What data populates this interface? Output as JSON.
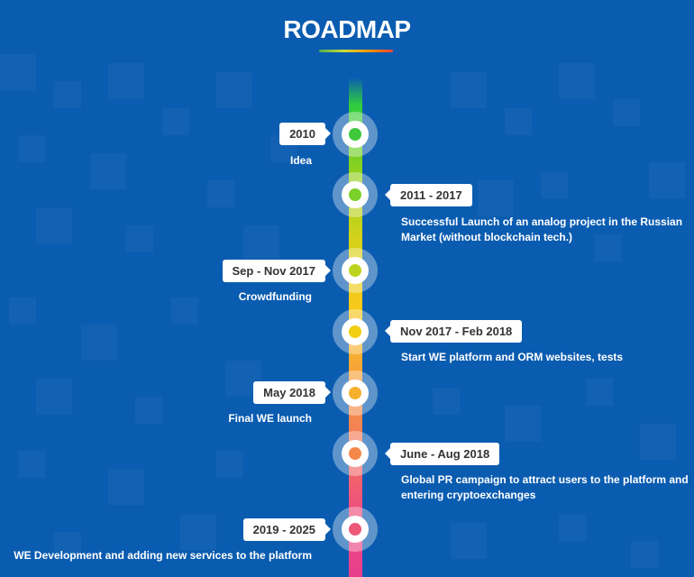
{
  "page": {
    "title": "ROADMAP"
  },
  "colors": {
    "background": "#0a5cb0",
    "underline_gradient": [
      "#4caf50",
      "#cddc39",
      "#ff9800",
      "#f44336"
    ],
    "line_gradient": [
      "#2ecc40",
      "#8fd01e",
      "#d4d21a",
      "#f7c91a",
      "#f6a23a",
      "#f27a5a",
      "#ee4f7e",
      "#e83e8c"
    ]
  },
  "roadmap": {
    "items": [
      {
        "date": "2010",
        "description": "Idea",
        "side": "left",
        "dot_color": "#3ec83a"
      },
      {
        "date": "2011 - 2017",
        "description": "Successful Launch of an analog project in the Russian Market (without blockchain tech.)",
        "side": "right",
        "dot_color": "#7bd02a"
      },
      {
        "date": "Sep - Nov 2017",
        "description": "Crowdfunding",
        "side": "left",
        "dot_color": "#bcd41e"
      },
      {
        "date": "Nov 2017 - Feb 2018",
        "description": "Start WE platform and ORM websites, tests",
        "side": "right",
        "dot_color": "#f2cf10"
      },
      {
        "date": "May 2018",
        "description": "Final WE launch",
        "side": "left",
        "dot_color": "#f6b02c"
      },
      {
        "date": "June - Aug 2018",
        "description": "Global PR campaign to attract users to the platform and entering cryptoexchanges",
        "side": "right",
        "dot_color": "#f4874a"
      },
      {
        "date": "2019 - 2025",
        "description": "WE Development and adding new services to the platform",
        "side": "left",
        "dot_color": "#ee5878"
      }
    ]
  }
}
